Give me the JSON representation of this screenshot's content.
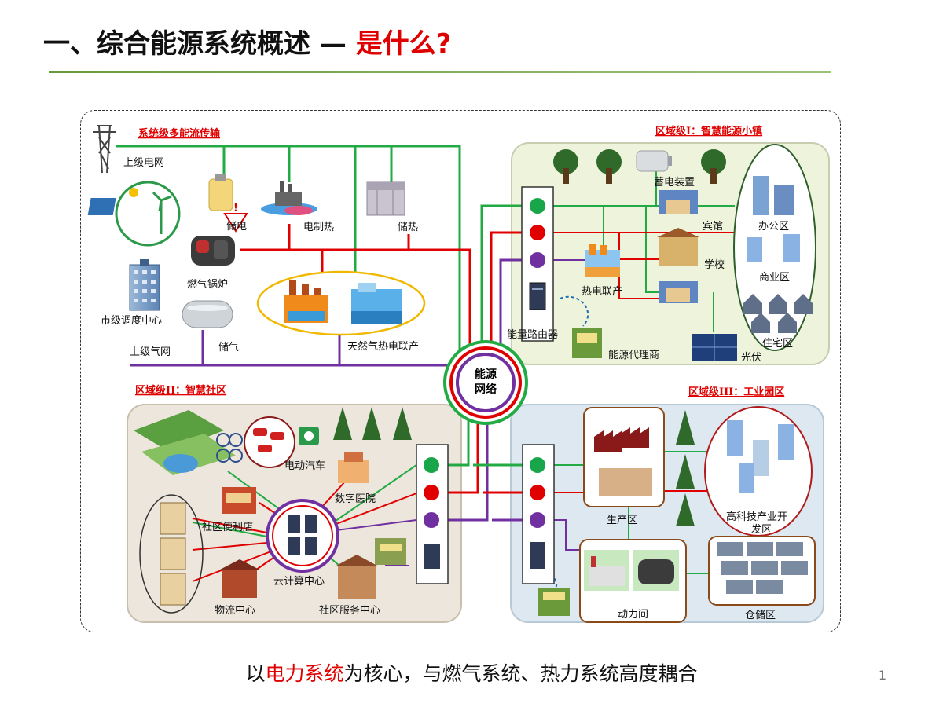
{
  "header": {
    "title_prefix": "一、综合能源系统概述 — ",
    "title_highlight": "是什么?"
  },
  "sections": {
    "system_level": "系统级多能流传输",
    "region1": "区域级I：智慧能源小镇",
    "region2": "区域级II：智慧社区",
    "region3": "区域级III：工业园区"
  },
  "hub": {
    "line1": "能源",
    "line2": "网络"
  },
  "labels": {
    "upper_grid": "上级电网",
    "storage_elec": "储电",
    "power_to_heat": "电制热",
    "heat_storage": "储热",
    "gas_boiler": "燃气锅炉",
    "city_dispatch": "市级调度中心",
    "gas_storage": "储气",
    "upper_gas": "上级气网",
    "gas_chp": "天然气热电联产",
    "battery_device": "蓄电装置",
    "hotel": "宾馆",
    "office": "办公区",
    "school": "学校",
    "commercial": "商业区",
    "chp": "热电联产",
    "energy_router": "能量路由器",
    "residential": "住宅区",
    "energy_agent": "能源代理商",
    "pv": "光伏",
    "ev": "电动汽车",
    "digital_hospital": "数字医院",
    "convenience_store": "社区便利店",
    "cloud_center": "云计算中心",
    "logistics": "物流中心",
    "service_center": "社区服务中心",
    "production": "生产区",
    "hitech_line1": "高科技产业开",
    "hitech_line2": "发区",
    "power_room": "动力间",
    "warehouse": "仓储区"
  },
  "footer": {
    "caption_prefix": "以",
    "caption_highlight": "电力系统",
    "caption_suffix": "为核心，与燃气系统、热力系统高度耦合",
    "page_number": "1"
  },
  "colors": {
    "electric": "#e00000",
    "heat": "#22aa44",
    "gas": "#7030a0",
    "region1_bg": "#eef3dc",
    "region2_bg": "#ece6dc",
    "region3_bg": "#dde8f1"
  }
}
